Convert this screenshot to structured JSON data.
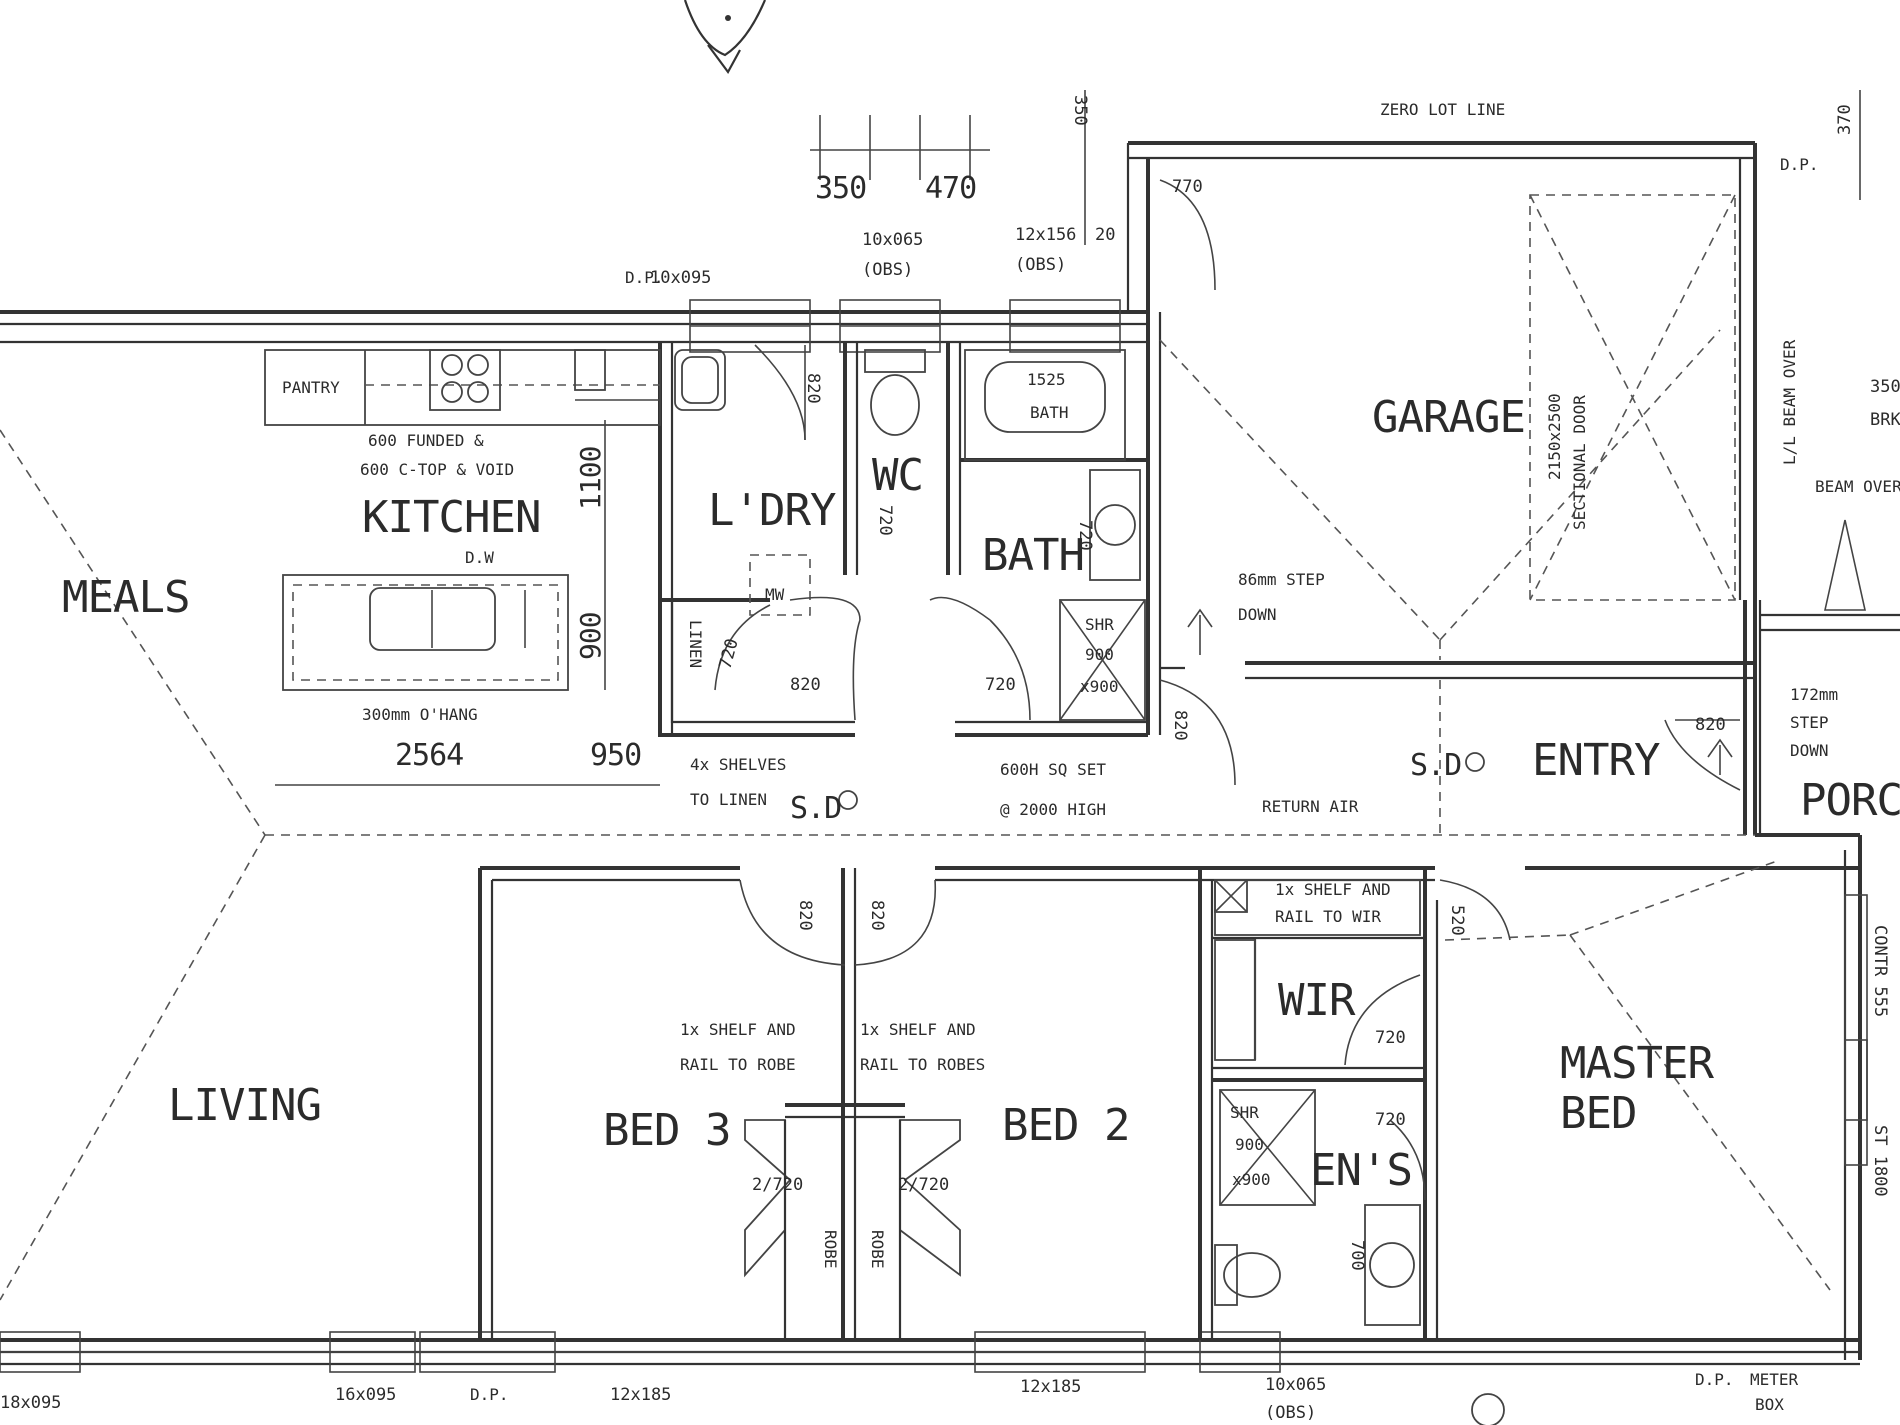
{
  "rooms": {
    "garage": "GARAGE",
    "kitchen": "KITCHEN",
    "laundry": "L'DRY",
    "wc": "WC",
    "bath": "BATH",
    "meals": "MEALS",
    "entry": "ENTRY",
    "porch": "PORCH",
    "living": "LIVING",
    "bed3": "BED 3",
    "bed2": "BED 2",
    "wir": "WIR",
    "master_bed_1": "MASTER",
    "master_bed_2": "BED",
    "ensuite": "EN'S"
  },
  "notes": {
    "zero_lot_line": "ZERO LOT LINE",
    "pantry": "PANTRY",
    "bath_size": "1525",
    "bath_label": "BATH",
    "sectional_door": "SECTIONAL DOOR",
    "sectional_size": "2150x2500",
    "step_down_left_1": "86mm STEP",
    "step_down_left_2": "DOWN",
    "step_down_right_1": "172mm",
    "step_down_right_2": "STEP",
    "step_down_right_3": "DOWN",
    "return_air": "RETURN AIR",
    "bench_1": "600 FUNDED &",
    "bench_2": "600 C-TOP & VOID",
    "dw": "D.W",
    "overhang": "300mm O'HANG",
    "shelves_1": "4x SHELVES",
    "shelves_2": "TO LINEN",
    "sd_left": "S.D",
    "sd_right": "S.D",
    "access_1": "600H SQ SET",
    "access_2": "@ 2000 HIGH",
    "wir_shelf_1": "1x SHELF AND",
    "wir_shelf_2": "RAIL TO WIR",
    "robe_shelf_1": "1x SHELF AND",
    "robe_shelf_2": "RAIL TO ROBE",
    "robe_shelf_3": "1x SHELF AND",
    "robe_shelf_4": "RAIL TO ROBES",
    "robe_left": "ROBE",
    "robe_right": "ROBE",
    "beam_over": "L/L BEAM OVER",
    "beam_over_2": "BEAM OVER",
    "shr_bath": "SHR",
    "shr_bath_size": "900",
    "shr_bath_size_2": "x900",
    "shr_ens": "SHR",
    "shr_ens_size": "900",
    "shr_ens_size_2": "x900",
    "cupboard_dp": "D.P.",
    "dp_top": "D.P.",
    "dp_bottom": "D.P.",
    "dp_bottom_right": "D.P.",
    "meter_box_1": "METER",
    "meter_box_2": "BOX",
    "mw": "MW",
    "linen": "LINEN"
  },
  "dimensions": {
    "d350_top": "350",
    "d470_top": "470",
    "d350_vert": "350",
    "d20": "20",
    "d770": "770",
    "d370": "370",
    "d1100": "1100",
    "d900": "900",
    "d2564": "2564",
    "d950": "950",
    "d820_ldry": "820",
    "d820_ldry_door": "820",
    "d720_ldry": "720",
    "d720_wc": "720",
    "d720_bath_door": "720",
    "d720_bath": "720",
    "d820_garage": "820",
    "d820_porch": "820",
    "d820_bed3": "820",
    "d820_bed2": "820",
    "d520_master": "520",
    "d720_wir": "720",
    "d720_ens": "720",
    "d700_ens": "700",
    "d2720_left": "2/720",
    "d2720_right": "2/720",
    "win_top_1": "10x095",
    "win_top_2": "10x065",
    "win_top_2b": "(OBS)",
    "win_top_3": "12x156",
    "win_top_3b": "(OBS)",
    "win_bot_1": "18x095",
    "win_bot_2": "16x095",
    "win_bot_3": "12x185",
    "win_bot_4": "12x185",
    "win_bot_5": "10x065",
    "win_bot_5b": "(OBS)",
    "win_right_1": "350",
    "win_right_2": "BRK",
    "right_cut_1": "CONTR 555",
    "right_cut_2": "ST 1800"
  }
}
